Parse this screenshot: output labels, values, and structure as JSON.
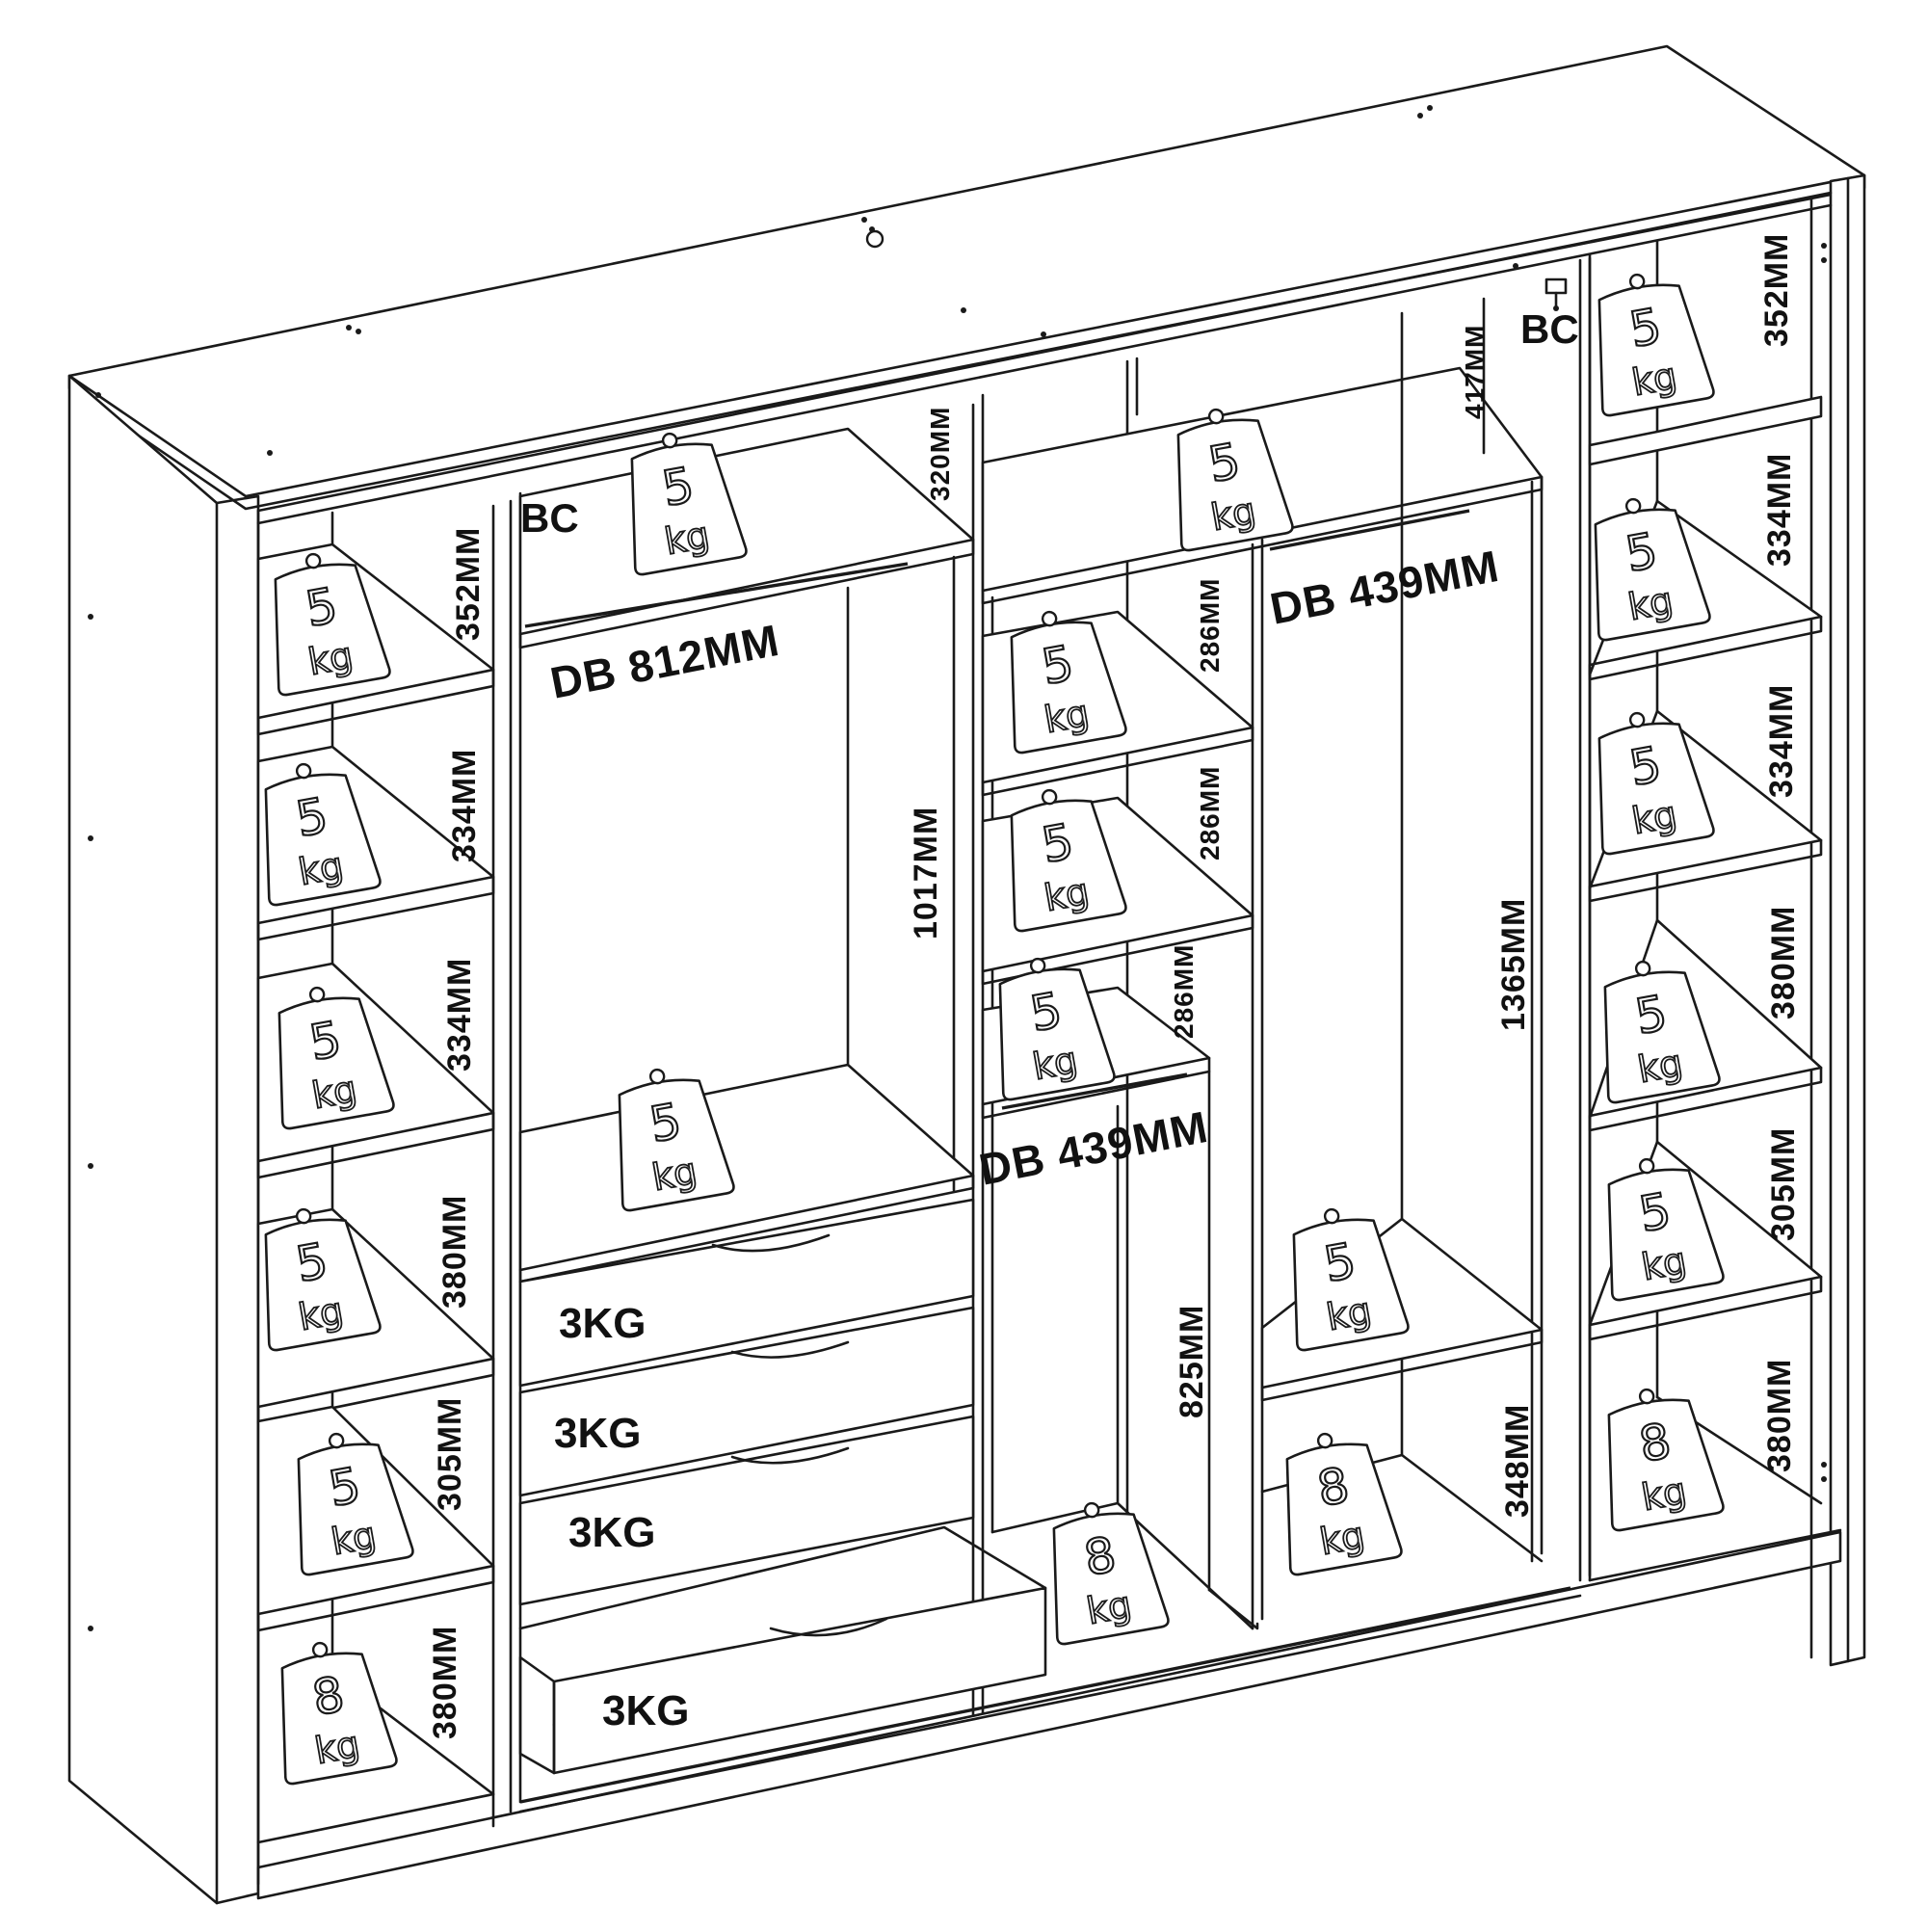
{
  "labels": {
    "bc": "BC",
    "db_812": "DB 812MM",
    "db_439": "DB 439MM",
    "kg3": "3KG"
  },
  "dimensions": {
    "left_1": "352MM",
    "left_2": "334MM",
    "left_3": "334MM",
    "left_4": "380MM",
    "left_5": "305MM",
    "left_6": "380MM",
    "cl_top": "320MM",
    "cl_hang": "1017MM",
    "cm_1": "286MM",
    "cm_2": "286MM",
    "cm_3": "286MM",
    "cm_hang": "825MM",
    "cr_top": "417MM",
    "cr_hang": "1365MM",
    "cr_bottom": "348MM",
    "right_1": "352MM",
    "right_2": "334MM",
    "right_3": "334MM",
    "right_4": "380MM",
    "right_5": "305MM",
    "right_6": "380MM"
  },
  "weights": {
    "five": {
      "num": "5",
      "unit": "kg"
    },
    "eight": {
      "num": "8",
      "unit": "kg"
    }
  },
  "colors": {
    "line": "#1a1a1a",
    "background": "#ffffff"
  },
  "icons": [
    "weight-5kg-icon",
    "weight-8kg-icon",
    "drawer-handle",
    "hanging-rail"
  ]
}
